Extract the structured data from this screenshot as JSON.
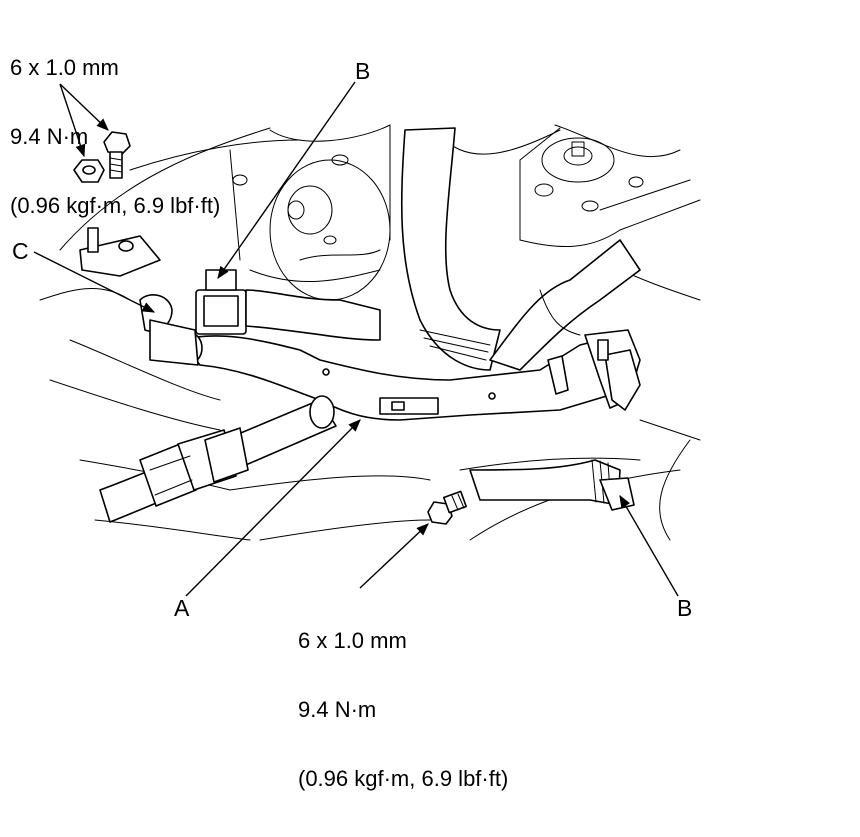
{
  "torque_top": {
    "line1": "6 x 1.0 mm",
    "line2": "9.4 N·m",
    "line3": "(0.96 kgf·m, 6.9 lbf·ft)"
  },
  "torque_bottom": {
    "line1": "6 x 1.0 mm",
    "line2": "9.4 N·m",
    "line3": "(0.96 kgf·m, 6.9 lbf·ft)"
  },
  "callouts": {
    "a": "A",
    "b_top": "B",
    "b_bottom": "B",
    "c": "C"
  },
  "colors": {
    "ink": "#000000",
    "paper": "#ffffff"
  }
}
